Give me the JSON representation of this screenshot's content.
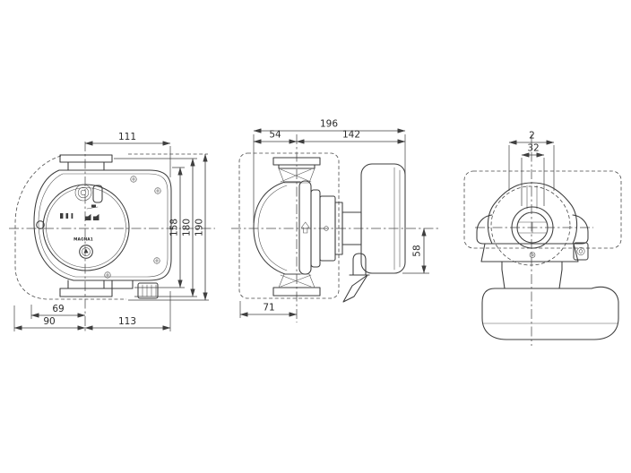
{
  "face": {
    "brand": "MAGNA1"
  },
  "front": {
    "dims": {
      "top_width": "111",
      "height_inner": "158",
      "height_mid": "180",
      "height_total": "190",
      "foot_left": "69",
      "base_left": "90",
      "base_right": "113"
    }
  },
  "side": {
    "dims": {
      "total_length": "196",
      "left_of_axis": "54",
      "right_of_axis": "142",
      "below_axis": "58",
      "shell_left": "71"
    }
  },
  "end": {
    "dims": {
      "thread": "2",
      "bore": "32"
    }
  }
}
